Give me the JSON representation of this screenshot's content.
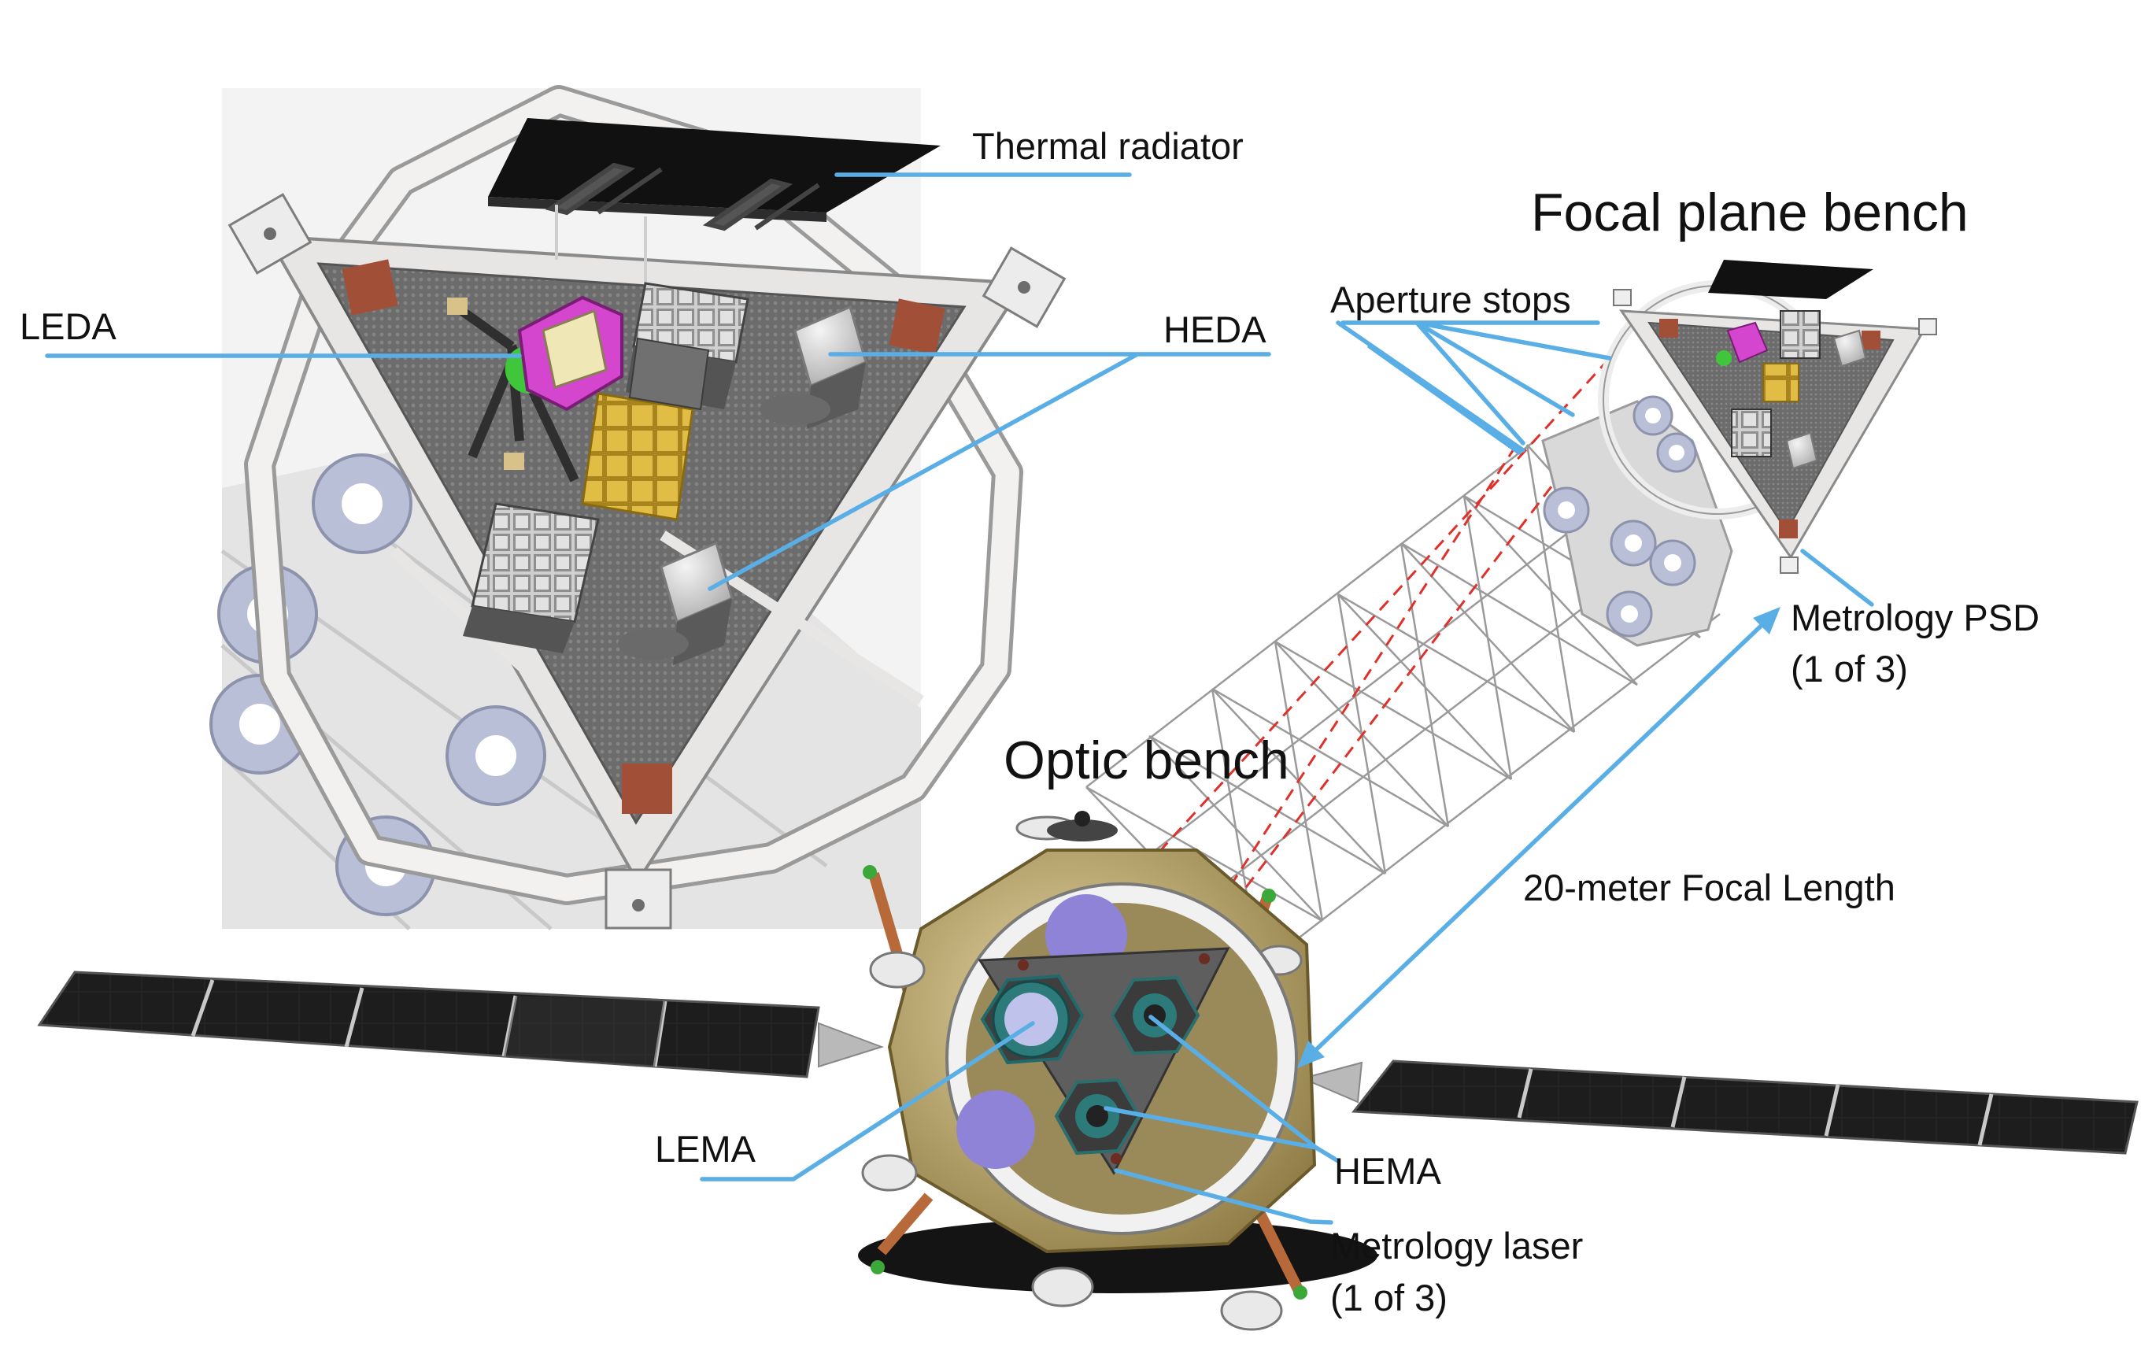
{
  "colors": {
    "leader": "#5aaee6",
    "panel_bg": "#f3f3f3",
    "frame": "#e8e6e5",
    "plate": "#6e6e6e",
    "radiator": "#111111",
    "solar_panel": "#1c1c1c",
    "bus_shell": "#c8b47a",
    "tile": "#a24f37",
    "gold_unit": "#d8b438",
    "magenta_unit": "#d546cf",
    "laser_path": "#e0302a",
    "truss": "#9a9a9a",
    "disc": "#b9bfd6"
  },
  "labels": {
    "thermal_radiator": "Thermal radiator",
    "focal_plane_bench": "Focal plane bench",
    "leda": "LEDA",
    "heda": "HEDA",
    "aperture_stops": "Aperture stops",
    "metrology_psd": "Metrology PSD",
    "metrology_psd_count": "(1 of 3)",
    "optic_bench": "Optic bench",
    "focal_length": "20-meter Focal Length",
    "lema": "LEMA",
    "hema": "HEMA",
    "metrology_laser": "Metrology laser",
    "metrology_laser_count": "(1 of 3)"
  }
}
